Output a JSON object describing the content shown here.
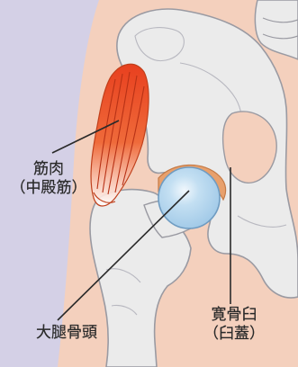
{
  "labels": {
    "muscle_line1": "筋肉",
    "muscle_line2": "（中殿筋）",
    "femoral_head": "大腿骨頭",
    "acetabulum_line1": "寛骨臼",
    "acetabulum_line2": "（臼蓋）"
  },
  "colors": {
    "skin": "#f4d0bd",
    "background_panel": "#d4d0e6",
    "bone": "#ebebeb",
    "bone_outline": "#9a9aa2",
    "muscle": "#e8401f",
    "femoral_head": "#a6cce8",
    "cartilage": "#e8a06c",
    "leader_line": "#2a2a2a"
  }
}
